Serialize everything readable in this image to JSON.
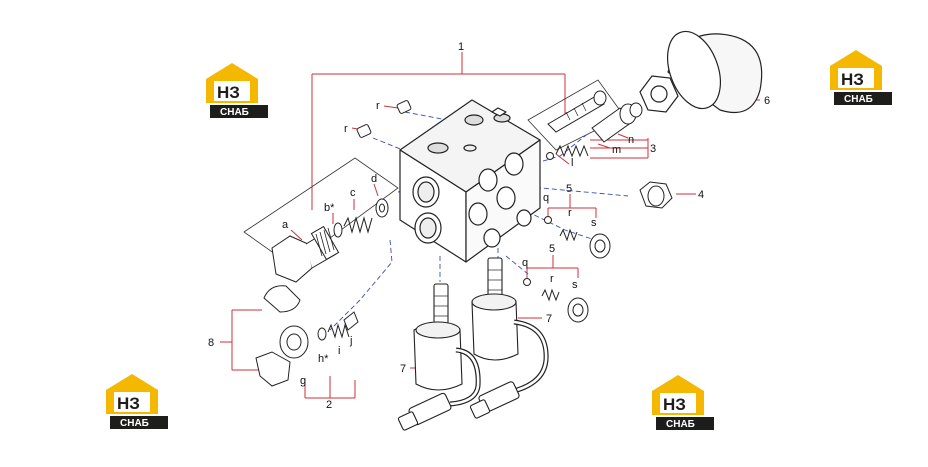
{
  "logo": {
    "brand_letters": "НЗ",
    "brand_subtitle": "СНАБ",
    "colors": {
      "yellow": "#f5b800",
      "dark": "#1d1d1b",
      "white": "#ffffff"
    }
  },
  "callouts": {
    "n1": "1",
    "n2": "2",
    "n3": "3",
    "n4": "4",
    "n5a": "5",
    "n5b": "5",
    "n6": "6",
    "n7a": "7",
    "n7b": "7",
    "n8": "8",
    "a": "a",
    "bstar": "b*",
    "c": "c",
    "d": "d",
    "g": "g",
    "hstar": "h*",
    "i": "i",
    "j": "j",
    "l": "l",
    "m": "m",
    "n": "n",
    "q1": "q",
    "q2": "q",
    "r1": "r",
    "r2": "r",
    "r3": "r",
    "r4": "r",
    "s1": "s",
    "s2": "s"
  },
  "colors": {
    "leader_red": "#d0313b",
    "leader_blue": "#3a4fb0",
    "line_dark": "#222222"
  }
}
